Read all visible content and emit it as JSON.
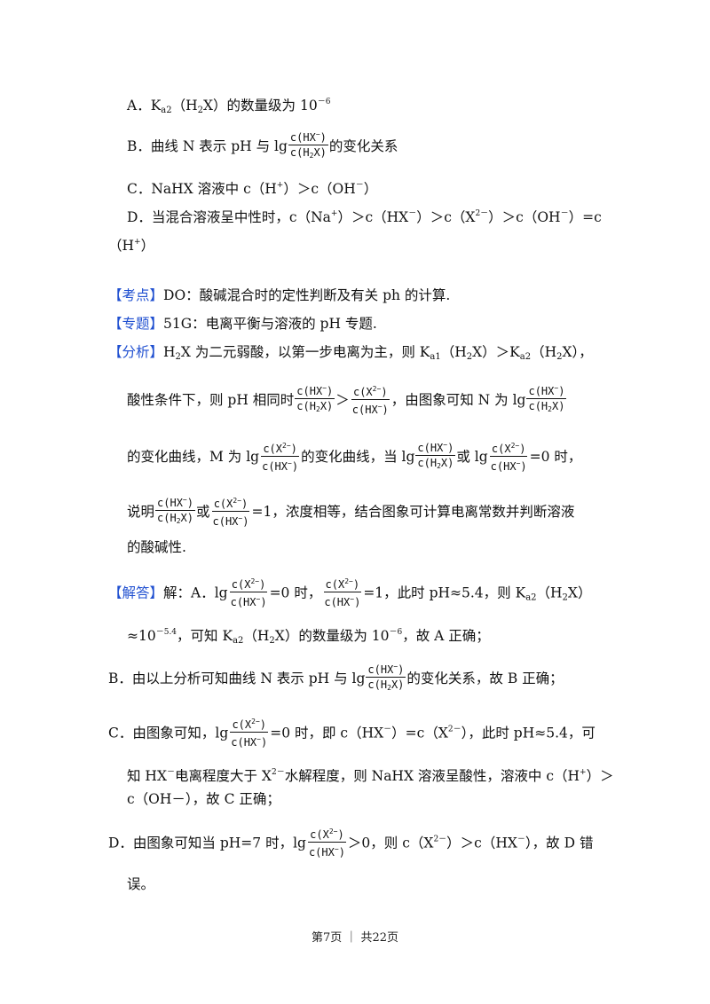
{
  "frac_hx_h2x": {
    "num": "c(HX",
    "num_sup": "−",
    "num_close": ")",
    "den": "c(H",
    "den_sub": "2",
    "den_close": "X)"
  },
  "frac_x2_hx": {
    "num": "c(X",
    "num_sup": "2−",
    "num_close": ")",
    "den": "c(HX",
    "den_sup": "−",
    "den_close": ")"
  },
  "options": {
    "A": {
      "pre": "A．K",
      "sub1": "a2",
      "mid": "（H",
      "sub2": "2",
      "post": "X）的数量级为 10",
      "sup": "－6"
    },
    "B": {
      "pre": "B．曲线 N 表示 pH 与 lg",
      "post": "的变化关系"
    },
    "C": {
      "pre": "C．NaHX 溶液中 c（H",
      "sup1": "+",
      "mid": "）＞c（OH",
      "sup2": "－",
      "post": "）"
    },
    "D": {
      "p1": "D．当混合溶液呈中性时，c（Na",
      "s1": "+",
      "p2": "）＞c（HX",
      "s2": "－",
      "p3": "）＞c（X",
      "s3": "2－",
      "p4": "）＞c（OH",
      "s4": "－",
      "p5": "）=c",
      "line2_pre": "（H",
      "line2_sup": "+",
      "line2_post": "）"
    }
  },
  "kaodian": {
    "tag": "【考点】",
    "text": "DO：酸碱混合时的定性判断及有关 ph 的计算."
  },
  "zhuanti": {
    "tag": "【专题】",
    "text": "51G：电离平衡与溶液的 pH 专题."
  },
  "fenxi": {
    "tag": "【分析】",
    "l1_a": "H",
    "l1_sub": "2",
    "l1_b": "X 为二元弱酸，以第一步电离为主，则 K",
    "l1_sub2": "a1",
    "l1_c": "（H",
    "l1_sub3": "2",
    "l1_d": "X）＞K",
    "l1_sub4": "a2",
    "l1_e": "（H",
    "l1_sub5": "2",
    "l1_f": "X），",
    "l2_a": "酸性条件下，则 pH 相同时",
    "l2_gt": "＞",
    "l2_b": "，由图象可知 N 为 lg",
    "l3_a": "的变化曲线，M 为 lg",
    "l3_b": "的变化曲线，当 lg",
    "l3_c": "或 lg",
    "l3_d": "=0 时，",
    "l4_a": "说明",
    "l4_b": "或",
    "l4_c": "=1，浓度相等，结合图象可计算电离常数并判断溶液",
    "l5": "的酸碱性."
  },
  "jieda": {
    "tag": "【解答】",
    "l1_a": "解：A．lg",
    "l1_b": "=0 时，",
    "l1_c": "=1，此时 pH≈5.4，则 K",
    "l1_sub": "a2",
    "l1_d": "（H",
    "l1_sub2": "2",
    "l1_e": "X）",
    "l2_a": "≈10",
    "l2_sup": "－5.4",
    "l2_b": "，可知 K",
    "l2_sub": "a2",
    "l2_c": "（H",
    "l2_sub2": "2",
    "l2_d": "X）的数量级为 10",
    "l2_sup2": "－6",
    "l2_e": "，故 A 正确；",
    "b_a": "B．由以上分析可知曲线 N 表示 pH 与 lg",
    "b_b": "的变化关系，故 B 正确；",
    "c1_a": "C．由图象可知，lg",
    "c1_b": "=0 时，即 c（HX",
    "c1_sup": "－",
    "c1_c": "）=c（X",
    "c1_sup2": "2－",
    "c1_d": "），此时 pH≈5.4，可",
    "c2_a": "知 HX",
    "c2_sup": "－",
    "c2_b": "电离程度大于 X",
    "c2_sup2": "2－",
    "c2_c": "水解程度，则 NaHX 溶液呈酸性，溶液中 c（H",
    "c2_sup3": "+",
    "c2_d": "）＞",
    "c3": "c（OH－），故 C 正确；",
    "d1_a": "D．由图象可知当 pH=7 时，lg",
    "d1_b": "＞0，则 c（X",
    "d1_sup": "2－",
    "d1_c": "）＞c（HX",
    "d1_sup2": "－",
    "d1_d": "），故 D 错",
    "d2": "误。"
  },
  "footer": "第7页 ｜ 共22页"
}
